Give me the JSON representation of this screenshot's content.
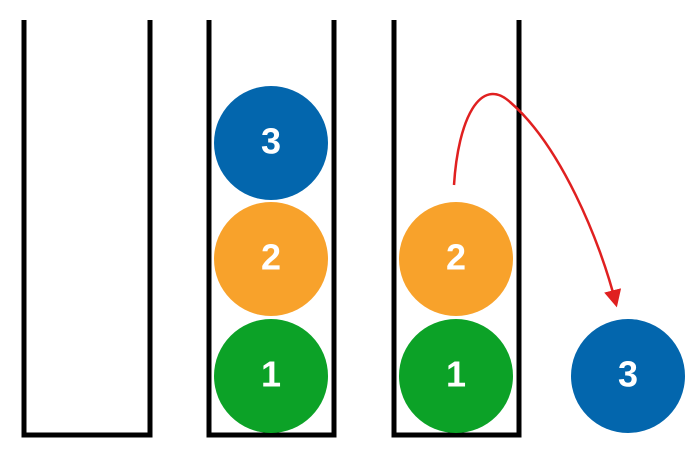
{
  "colors": {
    "tube_stroke": "#000000",
    "arrow": "#e02020",
    "green": "#0ca227",
    "orange": "#f8a22b",
    "blue": "#0366ad",
    "label": "#ffffff"
  },
  "tubes": [
    {
      "name": "tube-1",
      "balls": []
    },
    {
      "name": "tube-2",
      "balls": [
        {
          "label": "1",
          "color": "green"
        },
        {
          "label": "2",
          "color": "orange"
        },
        {
          "label": "3",
          "color": "blue"
        }
      ]
    },
    {
      "name": "tube-3",
      "balls": [
        {
          "label": "1",
          "color": "green"
        },
        {
          "label": "2",
          "color": "orange"
        }
      ]
    }
  ],
  "removed_ball": {
    "label": "3",
    "color": "blue"
  }
}
